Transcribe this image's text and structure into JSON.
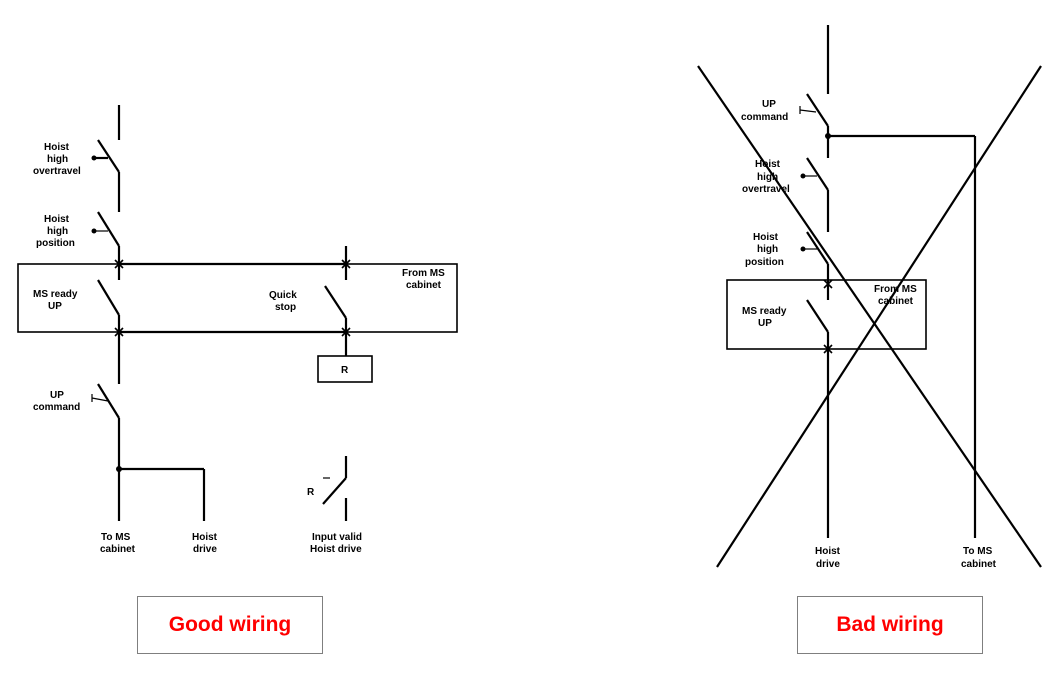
{
  "good": {
    "hoist_high_overtravel": [
      "Hoist",
      "high",
      "overtravel"
    ],
    "hoist_high_position": [
      "Hoist",
      "high",
      "position"
    ],
    "from_ms_cabinet": [
      "From MS",
      "cabinet"
    ],
    "ms_ready_up": [
      "MS ready",
      "UP"
    ],
    "quick_stop": [
      "Quick",
      "stop"
    ],
    "relay_r": "R",
    "up_command": [
      "UP",
      "command"
    ],
    "to_ms_cabinet": [
      "To MS",
      "cabinet"
    ],
    "hoist_drive": [
      "Hoist",
      "drive"
    ],
    "contact_r": "R",
    "input_valid": [
      "Input valid",
      "Hoist drive"
    ],
    "caption": "Good wiring"
  },
  "bad": {
    "up_command": [
      "UP",
      "command"
    ],
    "hoist_high_overtravel": [
      "Hoist",
      "high",
      "overtravel"
    ],
    "hoist_high_position": [
      "Hoist",
      "high",
      "position"
    ],
    "from_ms_cabinet": [
      "From MS",
      "cabinet"
    ],
    "ms_ready_up": [
      "MS ready",
      "UP"
    ],
    "hoist_drive": [
      "Hoist",
      "drive"
    ],
    "to_ms_cabinet": [
      "To MS",
      "cabinet"
    ],
    "caption": "Bad wiring"
  },
  "colors": {
    "cross": "#ff0000",
    "caption_text": "#ff0000"
  }
}
